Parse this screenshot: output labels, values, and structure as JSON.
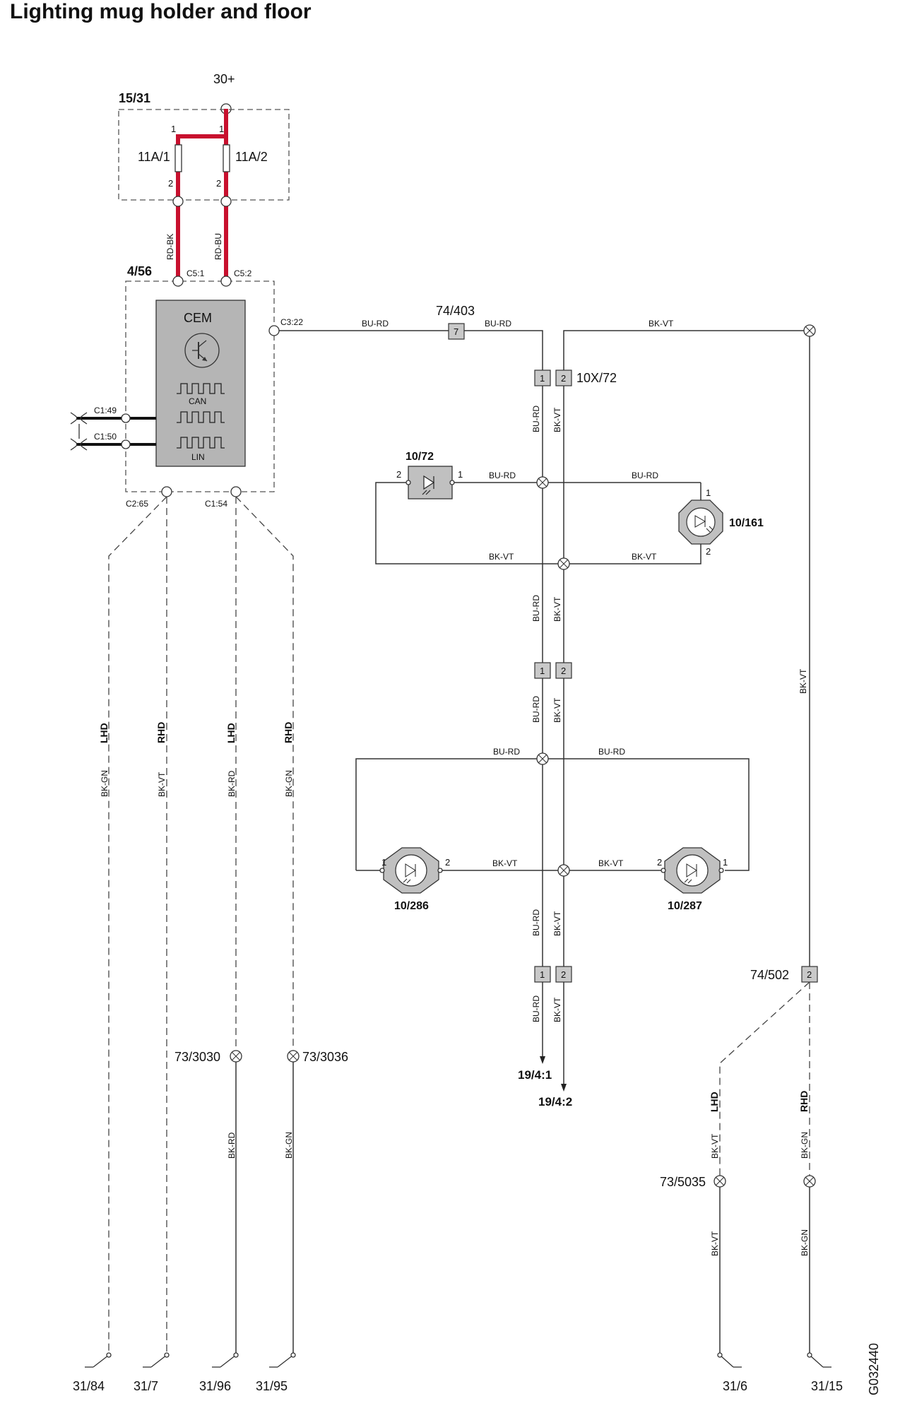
{
  "title": "Lighting mug holder and floor",
  "power": {
    "supply": "30+",
    "fuse_box": "15/31",
    "fuse1": "11A/1",
    "fuse2": "11A/2",
    "pin1": "1",
    "pin2": "2"
  },
  "cem": {
    "id": "4/56",
    "name": "CEM",
    "can": "CAN",
    "lin": "LIN",
    "pins": {
      "c5_1": "C5:1",
      "c5_2": "C5:2",
      "c3_22": "C3:22",
      "c1_49": "C1:49",
      "c1_50": "C1:50",
      "c2_65": "C2:65",
      "c1_54": "C1:54"
    }
  },
  "wires": {
    "rd_bk": "RD-BK",
    "rd_bu": "RD-BU",
    "bu_rd": "BU-RD",
    "bk_vt": "BK-VT",
    "bk_gn": "BK-GN",
    "bk_rd": "BK-RD"
  },
  "connectors": {
    "c74_403": "74/403",
    "c74_403_pin": "7",
    "c10x72": "10X/72",
    "pin1": "1",
    "pin2": "2",
    "c74_502": "74/502",
    "c74_502_pin": "2"
  },
  "components": {
    "lamp_10_72": "10/72",
    "lamp_10_161": "10/161",
    "lamp_10_286": "10/286",
    "lamp_10_287": "10/287"
  },
  "variants": {
    "lhd": "LHD",
    "rhd": "RHD"
  },
  "splices": {
    "s3030": "73/3030",
    "s3036": "73/3036",
    "s5035": "73/5035"
  },
  "continuations": {
    "c19_4_1": "19/4:1",
    "c19_4_2": "19/4:2"
  },
  "grounds": {
    "g31_84": "31/84",
    "g31_7": "31/7",
    "g31_96": "31/96",
    "g31_95": "31/95",
    "g31_6": "31/6",
    "g31_15": "31/15"
  },
  "figure_id": "G032440"
}
